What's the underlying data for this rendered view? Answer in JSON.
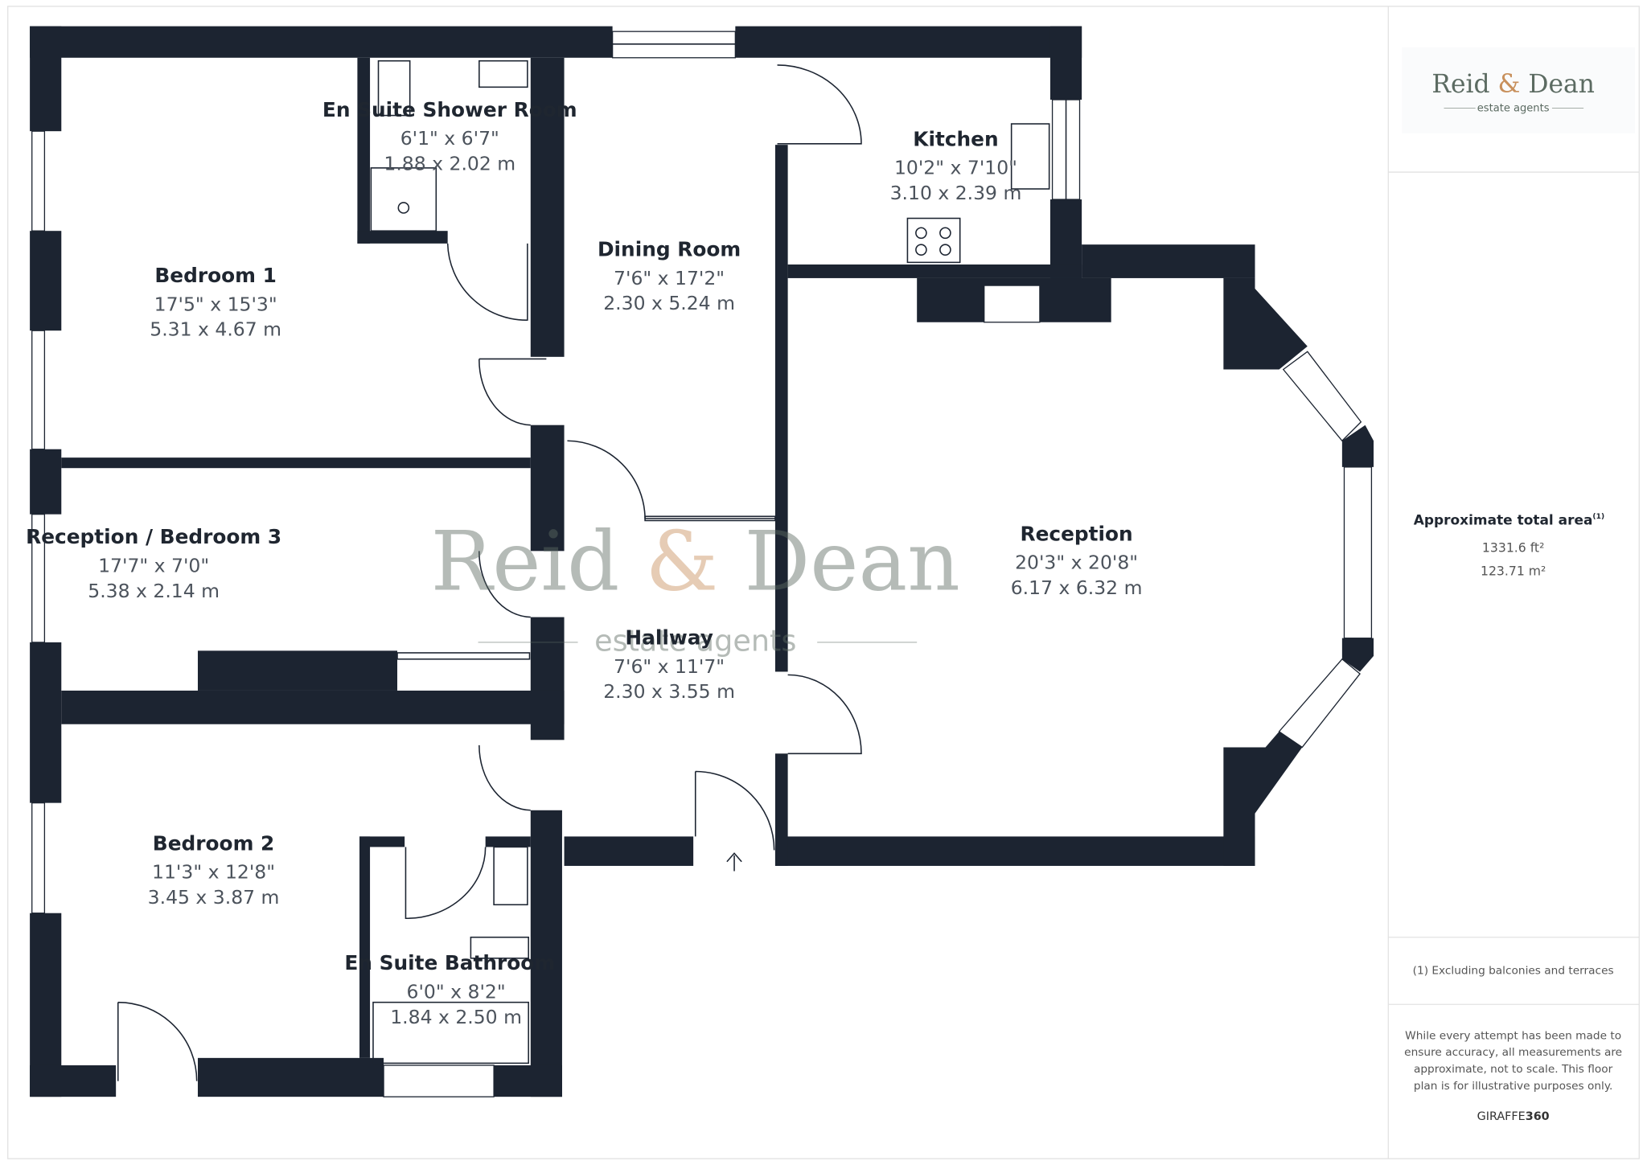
{
  "colors": {
    "wall": "#1c2431",
    "logo_text": "#5c6b62",
    "logo_amp": "#c8905c"
  },
  "logo": {
    "name_left": "Reid",
    "amp": "&",
    "name_right": "Dean",
    "tagline": "estate agents"
  },
  "rooms": [
    {
      "name": "En Suite Shower Room",
      "imperial": "6'1\" x 6'7\"",
      "metric": "1.88 x 2.02 m"
    },
    {
      "name": "Bedroom 1",
      "imperial": "17'5\" x 15'3\"",
      "metric": "5.31 x 4.67 m"
    },
    {
      "name": "Dining Room",
      "imperial": "7'6\" x 17'2\"",
      "metric": "2.30 x 5.24 m"
    },
    {
      "name": "Kitchen",
      "imperial": "10'2\" x 7'10\"",
      "metric": "3.10 x 2.39 m"
    },
    {
      "name": "Reception / Bedroom 3",
      "imperial": "17'7\" x 7'0\"",
      "metric": "5.38 x 2.14 m"
    },
    {
      "name": "Reception",
      "imperial": "20'3\" x 20'8\"",
      "metric": "6.17 x 6.32 m"
    },
    {
      "name": "Hallway",
      "imperial": "7'6\" x 11'7\"",
      "metric": "2.30 x 3.55 m"
    },
    {
      "name": "Bedroom 2",
      "imperial": "11'3\" x 12'8\"",
      "metric": "3.45 x 3.87 m"
    },
    {
      "name": "En Suite Bathroom",
      "imperial": "6'0\" x 8'2\"",
      "metric": "1.84 x 2.50 m"
    }
  ],
  "area": {
    "title": "Approximate total area",
    "footnote_mark": "(1)",
    "sqft": "1331.6 ft²",
    "sqm": "123.71 m²"
  },
  "footnote": "(1) Excluding balconies and terraces",
  "disclaimer": [
    "While every attempt has been made to",
    "ensure accuracy, all measurements are",
    "approximate, not to scale. This floor",
    "plan is for illustrative purposes only."
  ],
  "brand": {
    "left": "GIRAFFE",
    "right": "360"
  },
  "entrance_icon": "arrow-up-icon"
}
